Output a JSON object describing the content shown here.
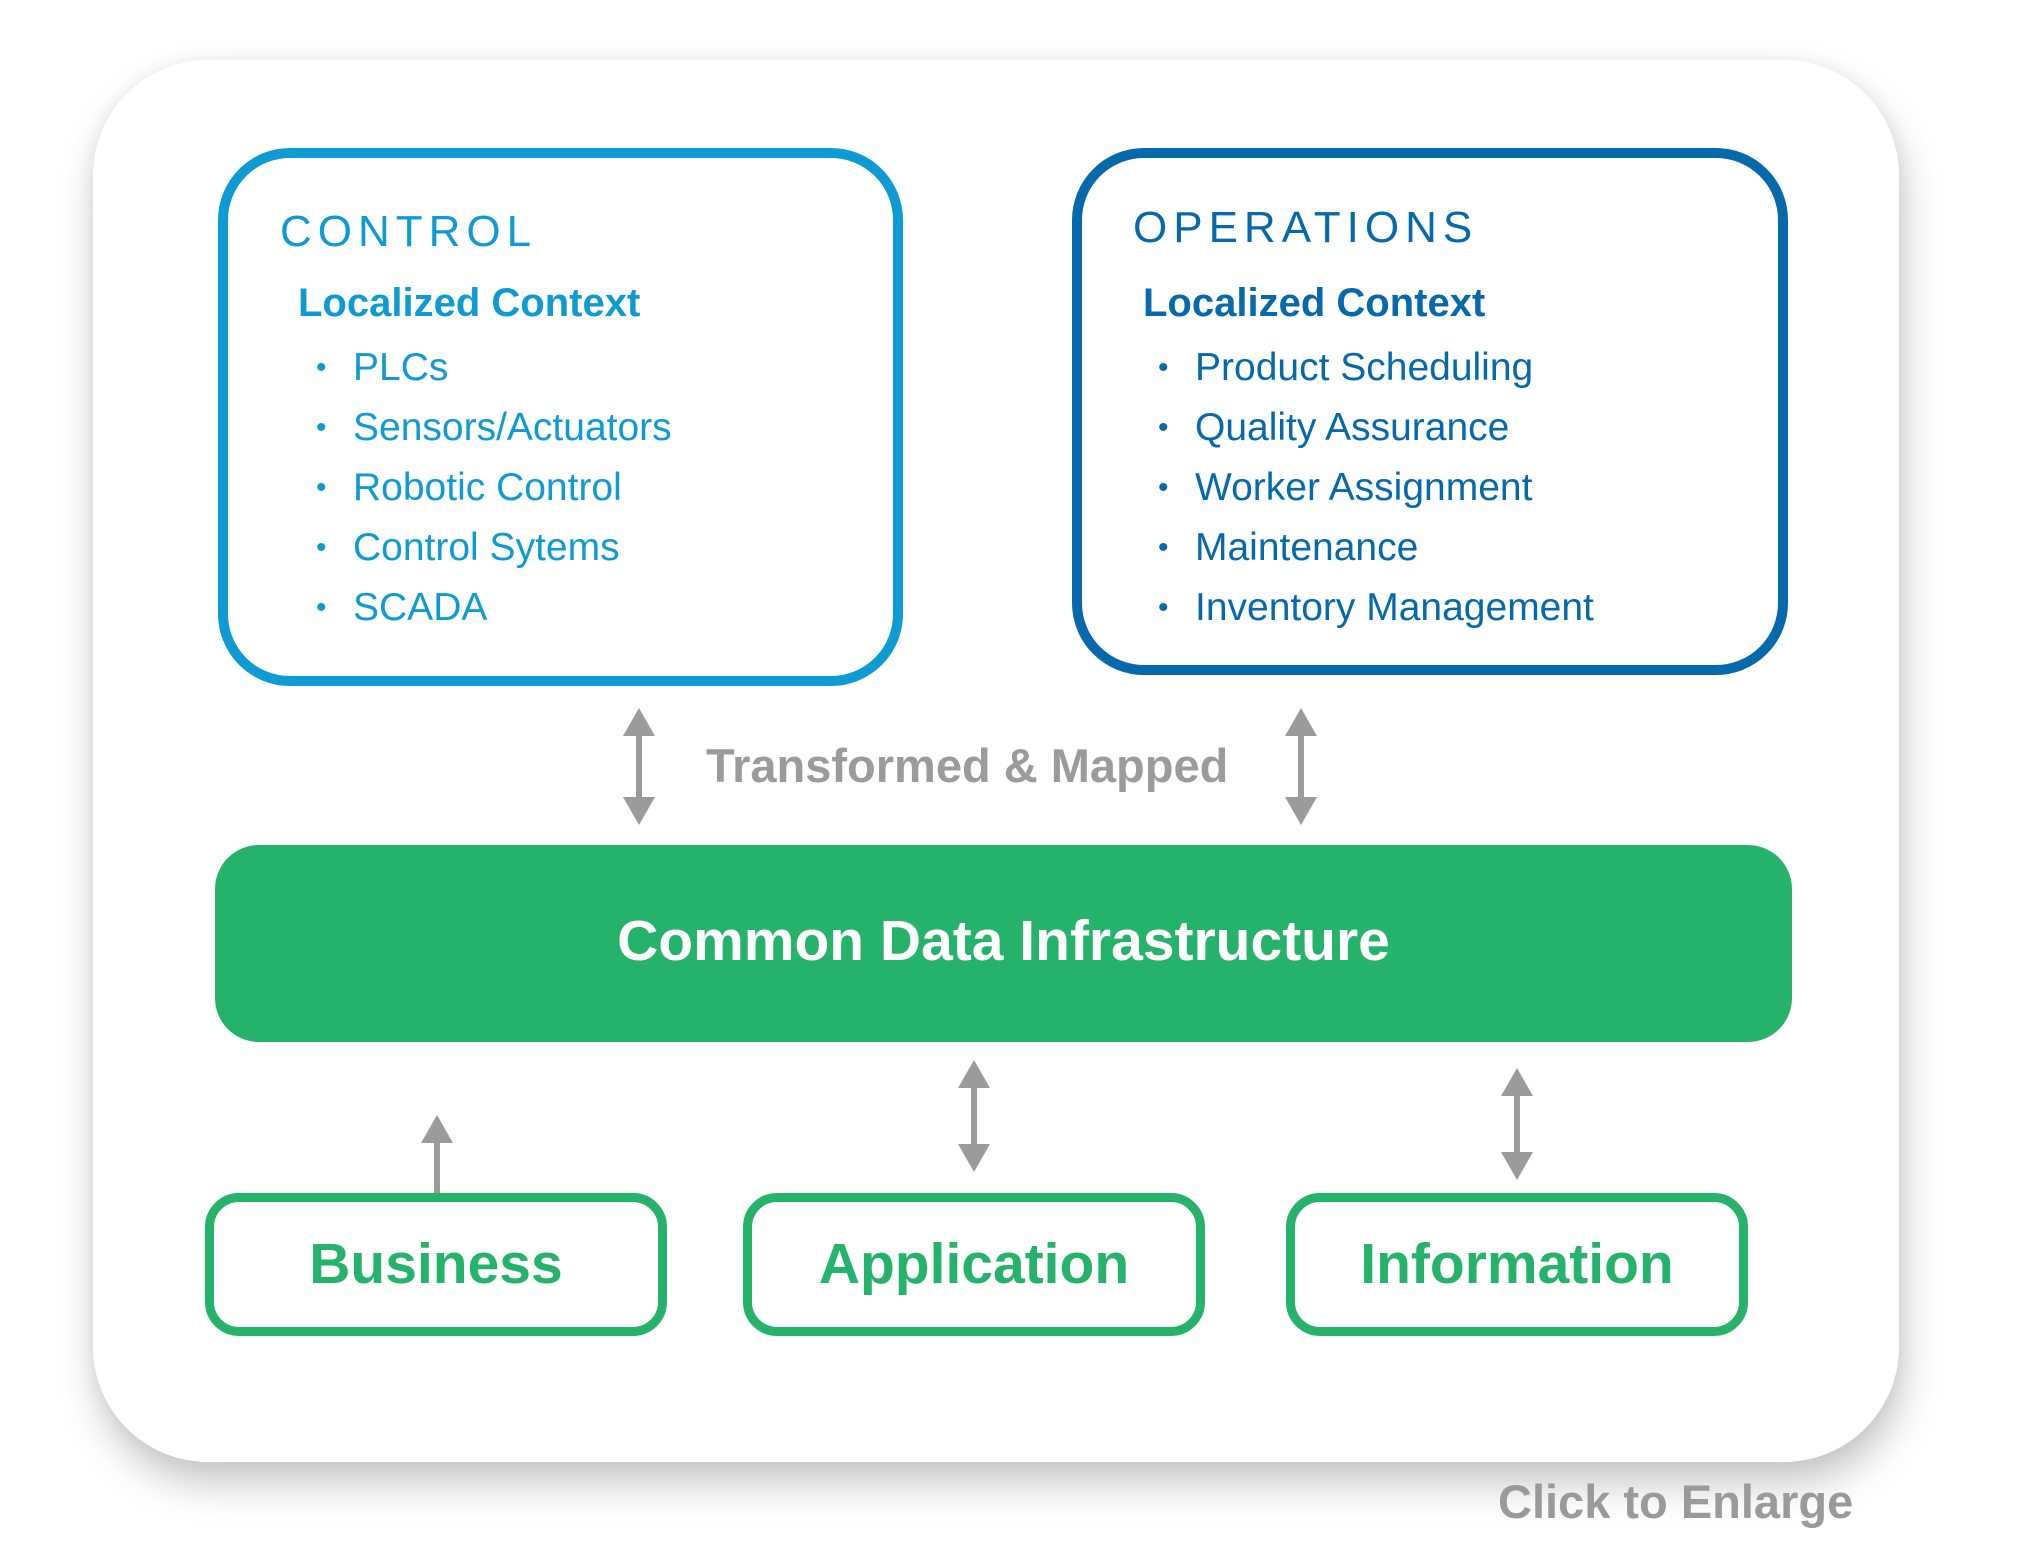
{
  "control": {
    "title": "CONTROL",
    "subtitle": "Localized Context",
    "items": [
      "PLCs",
      "Sensors/Actuators",
      "Robotic Control",
      "Control Sytems",
      "SCADA"
    ],
    "color": "#0e9bd4"
  },
  "operations": {
    "title": "OPERATIONS",
    "subtitle": "Localized Context",
    "items": [
      "Product Scheduling",
      "Quality Assurance",
      "Worker Assignment",
      "Maintenance",
      "Inventory Management"
    ],
    "color": "#0569ac"
  },
  "bullet": "•",
  "connector_label": "Transformed & Mapped",
  "infrastructure": {
    "title": "Common Data Infrastructure",
    "color": "#25b36c"
  },
  "layers": [
    {
      "label": "Business"
    },
    {
      "label": "Application"
    },
    {
      "label": "Information"
    }
  ],
  "arrow_icon": "double-headed-vertical-arrow",
  "arrow_color": "#9b9b9b",
  "enlarge_link": "Click to Enlarge"
}
